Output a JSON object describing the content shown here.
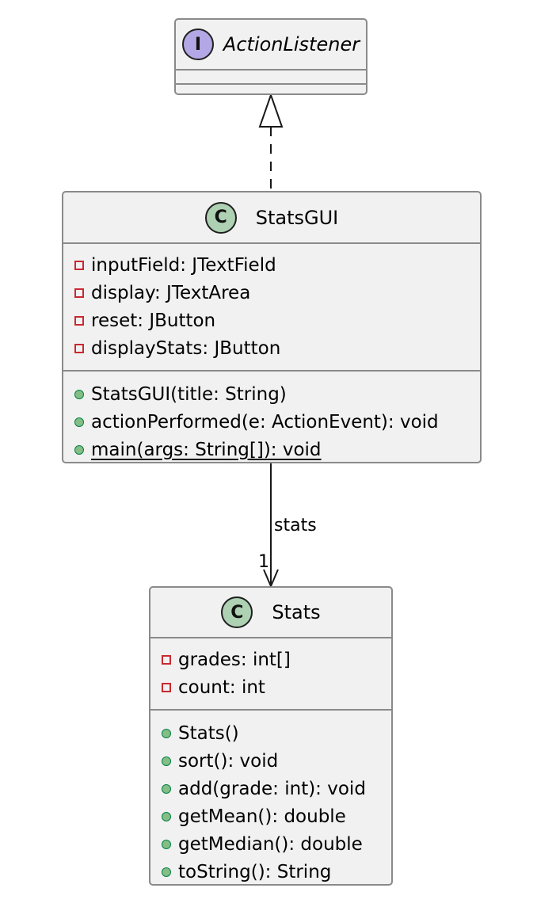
{
  "interface": {
    "stereotype_letter": "I",
    "name": "ActionListener"
  },
  "stats_gui": {
    "stereotype_letter": "C",
    "name": "StatsGUI",
    "fields": [
      {
        "text": "inputField: JTextField",
        "visibility": "private"
      },
      {
        "text": "display: JTextArea",
        "visibility": "private"
      },
      {
        "text": "reset: JButton",
        "visibility": "private"
      },
      {
        "text": "displayStats: JButton",
        "visibility": "private"
      }
    ],
    "methods": [
      {
        "text": "StatsGUI(title: String)",
        "visibility": "public"
      },
      {
        "text": "actionPerformed(e: ActionEvent): void",
        "visibility": "public"
      },
      {
        "text": "main(args: String[]): void",
        "visibility": "public",
        "static": true
      }
    ]
  },
  "stats": {
    "stereotype_letter": "C",
    "name": "Stats",
    "fields": [
      {
        "text": "grades: int[]",
        "visibility": "private"
      },
      {
        "text": "count: int",
        "visibility": "private"
      }
    ],
    "methods": [
      {
        "text": "Stats()",
        "visibility": "public"
      },
      {
        "text": "sort(): void",
        "visibility": "public"
      },
      {
        "text": "add(grade: int): void",
        "visibility": "public"
      },
      {
        "text": "getMean(): double",
        "visibility": "public"
      },
      {
        "text": "getMedian(): double",
        "visibility": "public"
      },
      {
        "text": "toString(): String",
        "visibility": "public"
      }
    ]
  },
  "association": {
    "role": "stats",
    "multiplicity": "1"
  },
  "colors": {
    "class_fill": "#f1f1f1",
    "border": "#8a8a8a",
    "interface_badge": "#b4a7e5",
    "class_badge": "#add1b2",
    "private_marker": "#c82930",
    "public_marker": "#84be84"
  },
  "icons": {
    "interface_badge": "interface-stereotype-icon",
    "class_badge": "class-stereotype-icon",
    "private_marker": "private-visibility-icon",
    "public_marker": "public-visibility-icon"
  }
}
